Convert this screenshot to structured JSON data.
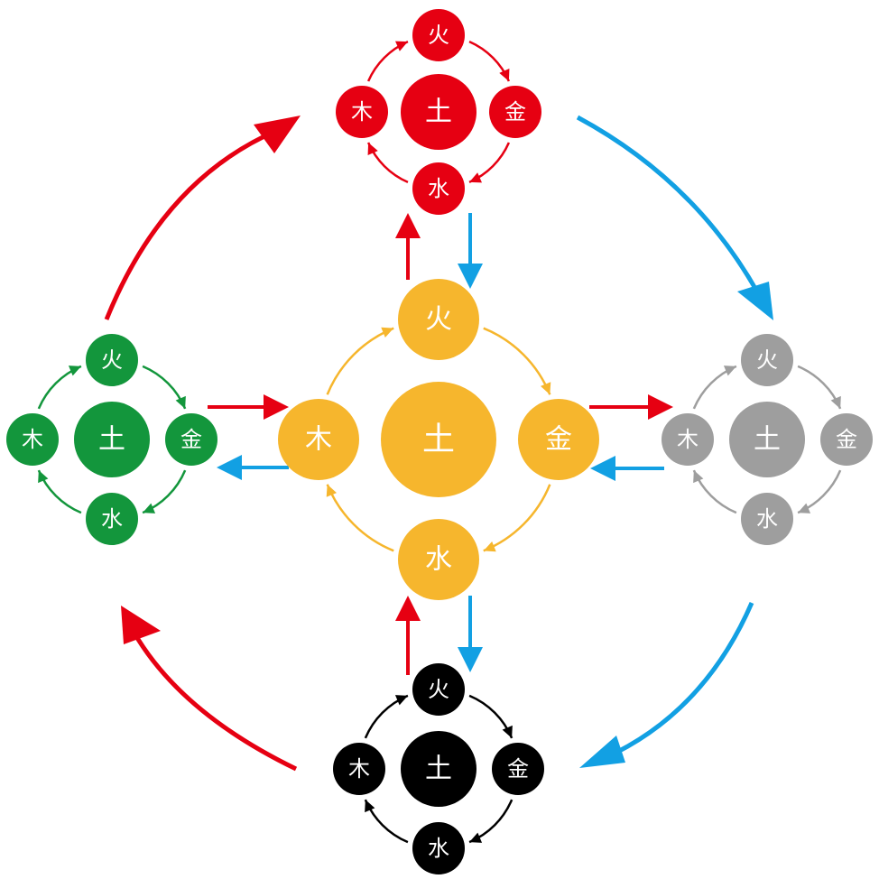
{
  "colors": {
    "center": "#F6B62D",
    "top": "#E60012",
    "left": "#13963C",
    "right": "#9E9E9E",
    "bottom": "#000000",
    "generating_arrow": "#E60012",
    "controlling_arrow": "#12A0E3"
  },
  "diagram": {
    "center": {
      "earth": "土",
      "fire": "火",
      "metal": "金",
      "water": "水",
      "wood": "木"
    },
    "top": {
      "earth": "土",
      "fire": "火",
      "metal": "金",
      "water": "水",
      "wood": "木"
    },
    "left": {
      "earth": "土",
      "fire": "火",
      "metal": "金",
      "water": "水",
      "wood": "木"
    },
    "right": {
      "earth": "土",
      "fire": "火",
      "metal": "金",
      "water": "水",
      "wood": "木"
    },
    "bottom": {
      "earth": "土",
      "fire": "火",
      "metal": "金",
      "water": "水",
      "wood": "木"
    }
  }
}
